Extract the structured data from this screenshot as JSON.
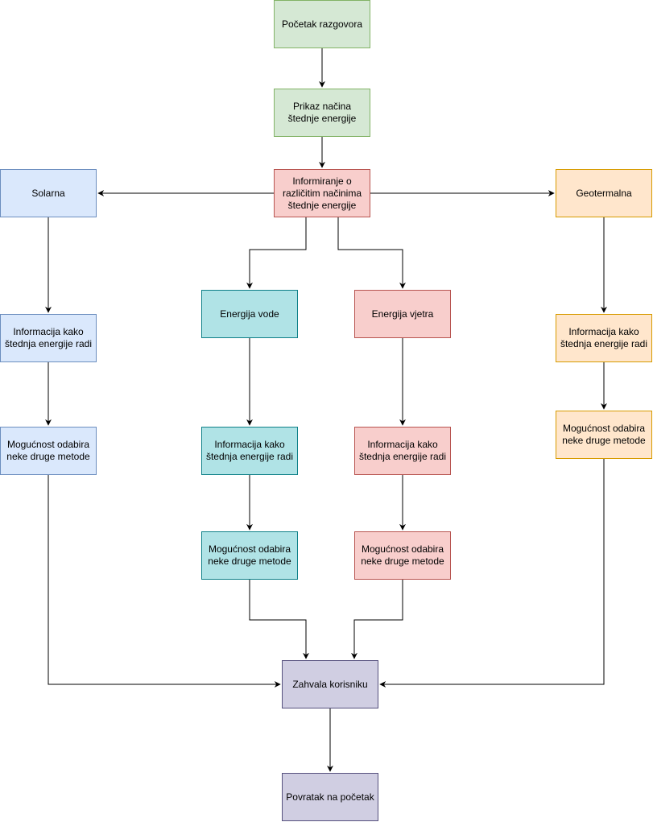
{
  "palette": {
    "green": {
      "fill": "#d5e8d4",
      "stroke": "#82b366"
    },
    "red": {
      "fill": "#f8cecc",
      "stroke": "#b85450"
    },
    "blue": {
      "fill": "#dae8fc",
      "stroke": "#6c8ebf"
    },
    "orange": {
      "fill": "#ffe6cc",
      "stroke": "#d79b00"
    },
    "teal": {
      "fill": "#b0e3e6",
      "stroke": "#0e8088"
    },
    "purple": {
      "fill": "#d0cee2",
      "stroke": "#56517e"
    },
    "edge": "#000000"
  },
  "nodes": {
    "start": {
      "label": "Početak razgovora",
      "color": "green"
    },
    "overview": {
      "label": "Prikaz načina štednje energije",
      "color": "green"
    },
    "info_hub": {
      "label": "Informiranje o različitim načinima štednje energije",
      "color": "red"
    },
    "solar": {
      "label": "Solarna",
      "color": "blue"
    },
    "solar_info": {
      "label": "Informacija kako štednja energije radi",
      "color": "blue"
    },
    "solar_choice": {
      "label": "Mogućnost odabira neke druge metode",
      "color": "blue"
    },
    "water": {
      "label": "Energija vode",
      "color": "teal"
    },
    "water_info": {
      "label": "Informacija kako štednja energije radi",
      "color": "teal"
    },
    "water_choice": {
      "label": "Mogućnost odabira neke druge metode",
      "color": "teal"
    },
    "wind": {
      "label": "Energija vjetra",
      "color": "red"
    },
    "wind_info": {
      "label": "Informacija kako štednja energije radi",
      "color": "red"
    },
    "wind_choice": {
      "label": "Mogućnost odabira neke druge metode",
      "color": "red"
    },
    "geo": {
      "label": "Geotermalna",
      "color": "orange"
    },
    "geo_info": {
      "label": "Informacija kako štednja energije radi",
      "color": "orange"
    },
    "geo_choice": {
      "label": "Mogućnost odabira neke druge metode",
      "color": "orange"
    },
    "thanks": {
      "label": "Zahvala korisniku",
      "color": "purple"
    },
    "restart": {
      "label": "Povratak na početak",
      "color": "purple"
    }
  },
  "edges": [
    {
      "from": "start",
      "to": "overview"
    },
    {
      "from": "overview",
      "to": "info_hub"
    },
    {
      "from": "info_hub",
      "to": "solar"
    },
    {
      "from": "info_hub",
      "to": "geo"
    },
    {
      "from": "info_hub",
      "to": "water"
    },
    {
      "from": "info_hub",
      "to": "wind"
    },
    {
      "from": "solar",
      "to": "solar_info"
    },
    {
      "from": "solar_info",
      "to": "solar_choice"
    },
    {
      "from": "water",
      "to": "water_info"
    },
    {
      "from": "water_info",
      "to": "water_choice"
    },
    {
      "from": "wind",
      "to": "wind_info"
    },
    {
      "from": "wind_info",
      "to": "wind_choice"
    },
    {
      "from": "geo",
      "to": "geo_info"
    },
    {
      "from": "geo_info",
      "to": "geo_choice"
    },
    {
      "from": "solar_choice",
      "to": "thanks"
    },
    {
      "from": "water_choice",
      "to": "thanks"
    },
    {
      "from": "wind_choice",
      "to": "thanks"
    },
    {
      "from": "geo_choice",
      "to": "thanks"
    },
    {
      "from": "thanks",
      "to": "restart"
    }
  ]
}
